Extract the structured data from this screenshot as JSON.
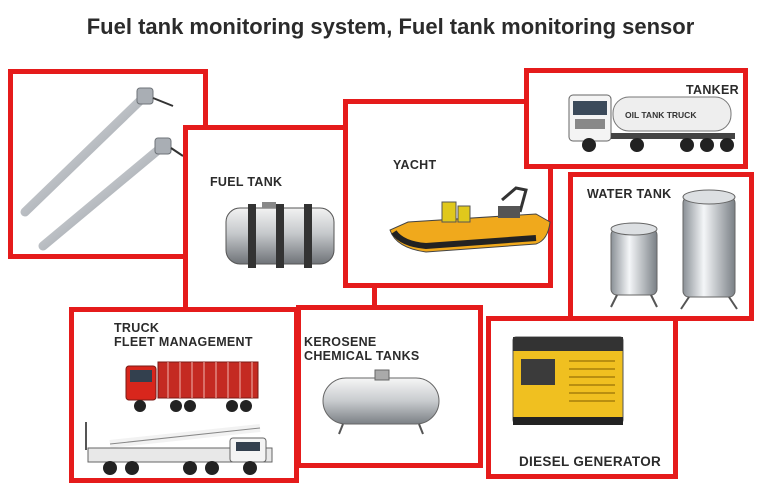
{
  "title": "Fuel tank monitoring system, Fuel tank monitoring sensor",
  "panels": {
    "fuel_tank": {
      "label": "FUEL TANK"
    },
    "yacht": {
      "label": "YACHT"
    },
    "tanker": {
      "label": "TANKER",
      "truck_text": "OIL TANK TRUCK"
    },
    "water_tank": {
      "label": "WATER TANK"
    },
    "truck": {
      "label_line1": "TRUCK",
      "label_line2": "FLEET MANAGEMENT"
    },
    "kerosene": {
      "label_line1": "KEROSENE",
      "label_line2": "CHEMICAL TANKS"
    },
    "diesel": {
      "label": "DIESEL GENERATOR"
    }
  },
  "colors": {
    "frame_red": "#e51b1b",
    "title_text": "#2b2b2b"
  }
}
